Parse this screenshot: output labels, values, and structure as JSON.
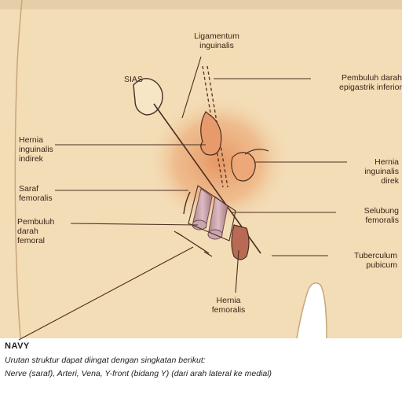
{
  "labels": {
    "sias": "SIAS",
    "ligamentum": "Ligamentum\ninguinalis",
    "epigastric": "Pembuluh darah\nepigastrik inferior",
    "hernia_indirek": "Hernia\ninguinalis\nindirek",
    "hernia_direk": "Hernia\ninguinalis\ndirek",
    "saraf": "Saraf\nfemoralis",
    "selubung": "Selubung\nfemoralis",
    "pembuluh_femoral": "Pembuluh\ndarah\nfemoral",
    "tuberculum": "Tuberculum\npubicum",
    "hernia_femoralis": "Hernia\nfemoralis"
  },
  "caption": {
    "title": "NAVY",
    "line1": "Urutan struktur dapat diingat dengan singkatan berikut:",
    "line2": "Nerve (saraf), Arteri, Vena, Y-front (bidang Y) (dari arah lateral ke medial)"
  },
  "colors": {
    "page": "#f3ddb6",
    "orange_region": "#e9905a",
    "vessel": "#c9a0a7",
    "hernia_femoralis": "#b86a55",
    "line": "#4a2e20"
  }
}
